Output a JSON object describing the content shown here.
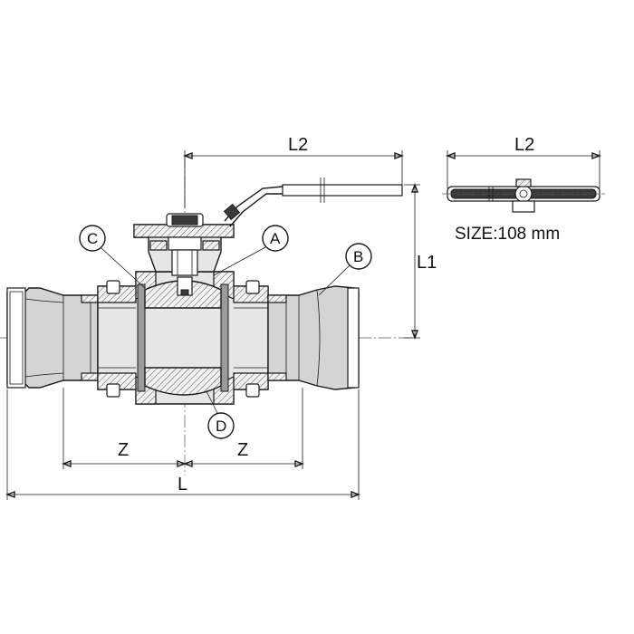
{
  "dimensions": {
    "l2_front": "L2",
    "l2_top": "L2",
    "l1": "L1",
    "z_left": "Z",
    "z_right": "Z",
    "l": "L"
  },
  "callouts": {
    "a": "A",
    "b": "B",
    "c": "C",
    "d": "D"
  },
  "size_label": "SIZE:108 mm"
}
